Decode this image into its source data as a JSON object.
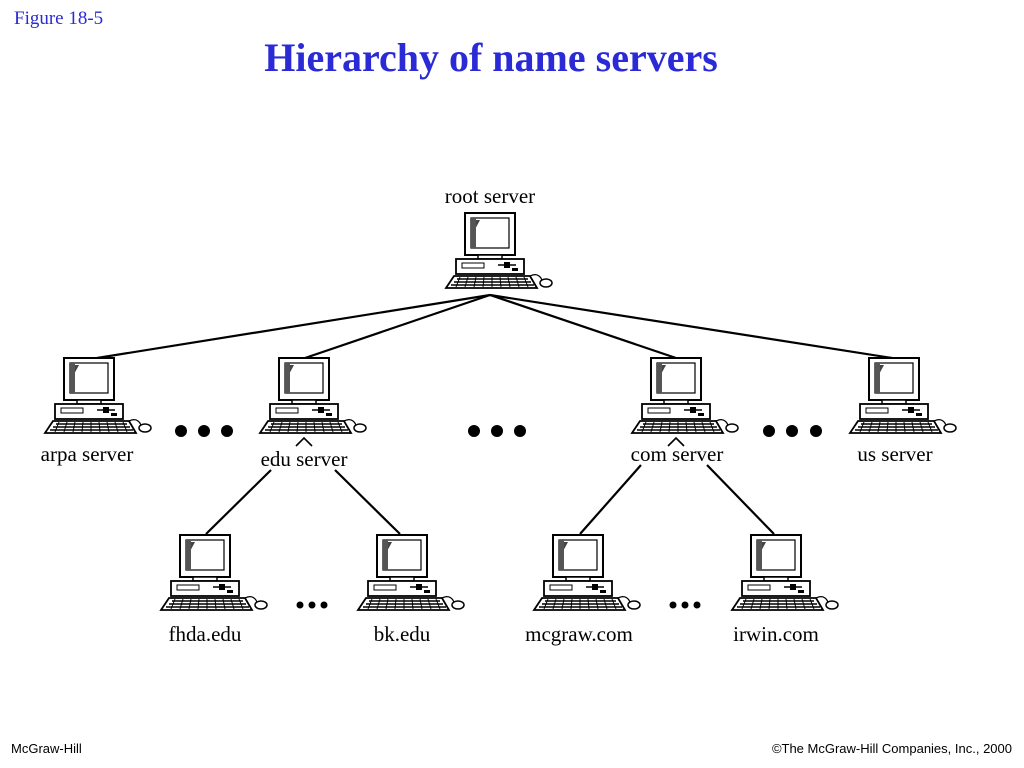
{
  "figure_label": "Figure  18-5",
  "title": "Hierarchy of name servers",
  "nodes": {
    "root": "root server",
    "arpa": "arpa server",
    "edu": "edu server",
    "com": "com server",
    "us": "us server",
    "fhda": "fhda.edu",
    "bk": "bk.edu",
    "mcgraw": "mcgraw.com",
    "irwin": "irwin.com"
  },
  "icons": {
    "server": "computer-icon",
    "ellipsis": "ellipsis-dots"
  },
  "footer": {
    "left": "McGraw-Hill",
    "right": "©The McGraw-Hill Companies, Inc., 2000"
  },
  "colors": {
    "title": "#2a2ad6",
    "lines": "#000000"
  }
}
